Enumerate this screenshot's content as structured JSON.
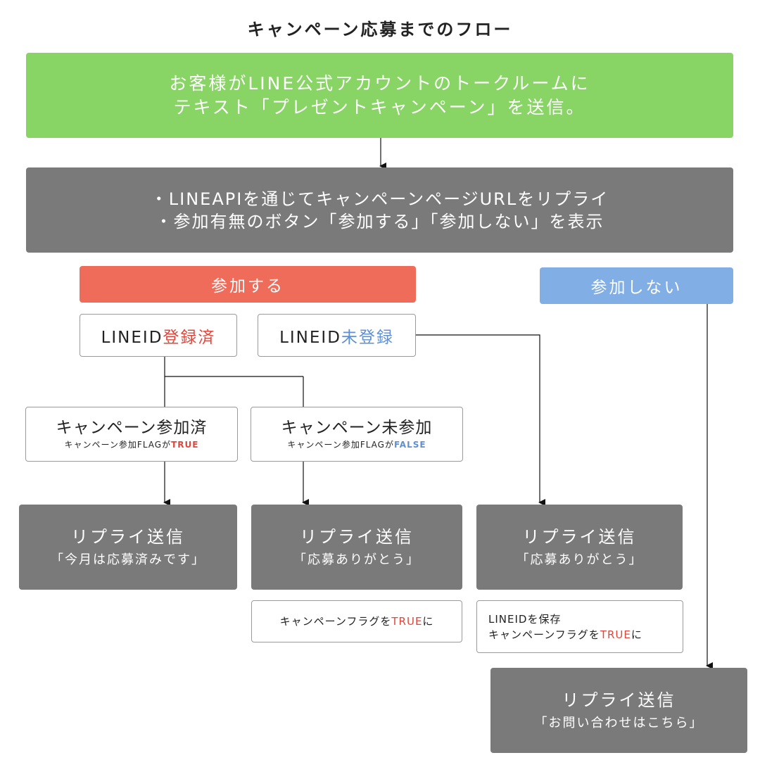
{
  "title": "キャンペーン応募までのフロー",
  "step1": {
    "line1": "お客様がLINE公式アカウントのトークルームに",
    "line2": "テキスト「プレゼントキャンペーン」を送信。"
  },
  "step2": {
    "line1": "・LINEAPIを通じてキャンペーンページURLをリプライ",
    "line2": "・参加有無のボタン「参加する」「参加しない」を表示"
  },
  "buttons": {
    "join": "参加する",
    "not_join": "参加しない"
  },
  "lineid_registered": {
    "prefix": "LINEID",
    "status": "登録済"
  },
  "lineid_unregistered": {
    "prefix": "LINEID",
    "status": "未登録"
  },
  "campaign_joined": {
    "title": "キャンペーン参加済",
    "sub_prefix": "キャンペーン参加FLAGが",
    "sub_value": "TRUE"
  },
  "campaign_not_joined": {
    "title": "キャンペーン未参加",
    "sub_prefix": "キャンペーン参加FLAGが",
    "sub_value": "FALSE"
  },
  "reply_already": {
    "title": "リプライ送信",
    "message": "「今月は応募済みです」"
  },
  "reply_thanks_1": {
    "title": "リプライ送信",
    "message": "「応募ありがとう」"
  },
  "reply_thanks_2": {
    "title": "リプライ送信",
    "message": "「応募ありがとう」"
  },
  "reply_contact": {
    "title": "リプライ送信",
    "message": "「お問い合わせはこちら」"
  },
  "note_flag": {
    "prefix": "キャンペーンフラグを",
    "value": "TRUE",
    "suffix": "に"
  },
  "note_save": {
    "line1": "LINEIDを保存",
    "line2_prefix": "キャンペーンフラグを",
    "line2_value": "TRUE",
    "line2_suffix": "に"
  },
  "colors": {
    "green": "#88d465",
    "gray": "#7a7a7a",
    "red_button": "#f06c5a",
    "blue_button": "#82aee6",
    "red_text": "#e0463a",
    "blue_text": "#5f8fd4"
  }
}
